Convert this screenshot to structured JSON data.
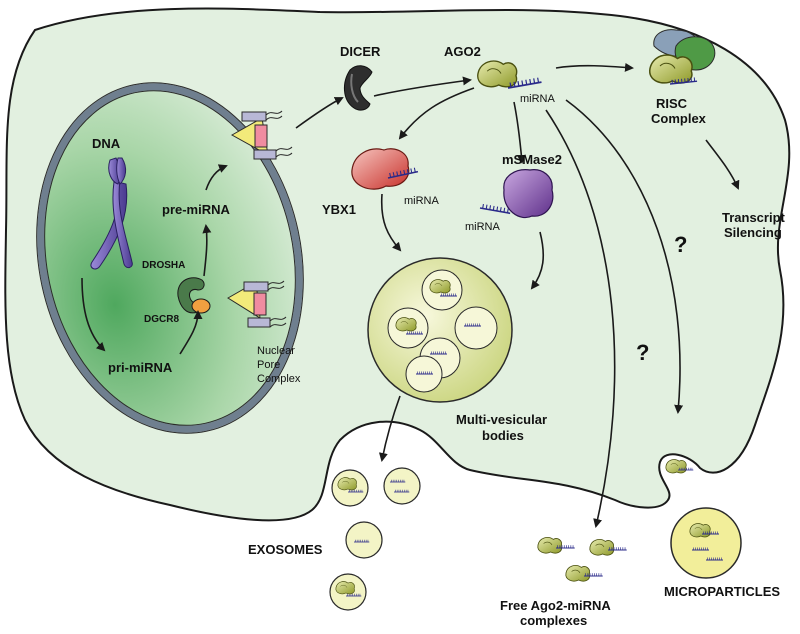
{
  "labels": {
    "dna": "DNA",
    "pri_mirna": "pri-miRNA",
    "pre_mirna": "pre-miRNA",
    "drosha": "DROSHA",
    "dgcr8": "DGCR8",
    "nuclear_pore_1": "Nuclear",
    "nuclear_pore_2": "Pore",
    "nuclear_pore_3": "Complex",
    "dicer": "DICER",
    "ago2": "AGO2",
    "mirna_ago2": "miRNA",
    "risc_1": "RISC",
    "risc_2": "Complex",
    "ybx1": "YBX1",
    "mirna_ybx1": "miRNA",
    "msmase2": "mSMase2",
    "mirna_msmase2": "miRNA",
    "transcript_1": "Transcript",
    "transcript_2": "Silencing",
    "question_1": "?",
    "question_2": "?",
    "mvb_1": "Multi-vesicular",
    "mvb_2": "bodies",
    "exosomes": "EXOSOMES",
    "free_1": "Free Ago2-miRNA",
    "free_2": "complexes",
    "microparticles": "MICROPARTICLES"
  },
  "colors": {
    "cell_fill": "#e2f0e0",
    "cell_stroke": "#1a1a1a",
    "nucleus_fill": "#5fb36b",
    "nucleus_ring": "#6f7f8f",
    "dna": "#6a5ab0",
    "dicer": "#2a2a2a",
    "ago2": "#b9c24a",
    "ybx1": "#d9453c",
    "msmase2": "#7d4fa8",
    "risc_blue": "#8aa0b8",
    "risc_green": "#4f9a46",
    "dgcr8": "#f0a040",
    "drosha": "#4a7a4a",
    "vesicle": "#eff0b8",
    "mirna": "#2a2a8a"
  }
}
